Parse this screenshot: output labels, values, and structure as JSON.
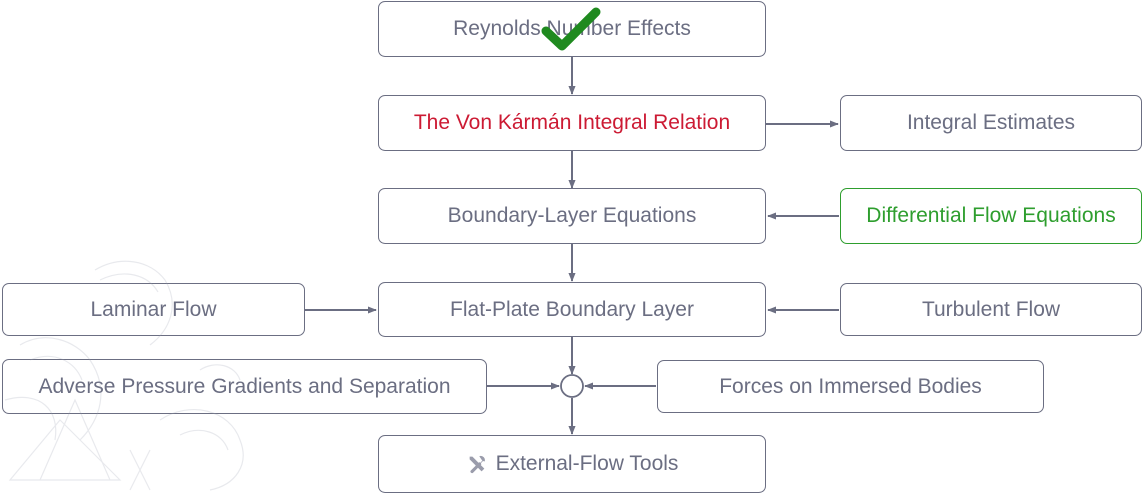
{
  "diagram": {
    "nodes": [
      {
        "id": "reynolds",
        "label": "Reynolds Number Effects",
        "status": "completed"
      },
      {
        "id": "von-karman",
        "label": "The Von Kármán Integral Relation",
        "status": "current"
      },
      {
        "id": "integral-estimates",
        "label": "Integral Estimates",
        "status": "normal"
      },
      {
        "id": "boundary-layer-equations",
        "label": "Boundary-Layer Equations",
        "status": "normal"
      },
      {
        "id": "differential-flow-equations",
        "label": "Differential Flow Equations",
        "status": "highlighted"
      },
      {
        "id": "laminar-flow",
        "label": "Laminar Flow",
        "status": "normal"
      },
      {
        "id": "flat-plate",
        "label": "Flat-Plate Boundary Layer",
        "status": "normal"
      },
      {
        "id": "turbulent-flow",
        "label": "Turbulent Flow",
        "status": "normal"
      },
      {
        "id": "adverse-pressure",
        "label": "Adverse Pressure Gradients and Separation",
        "status": "normal"
      },
      {
        "id": "forces-immersed",
        "label": "Forces on Immersed Bodies",
        "status": "normal"
      },
      {
        "id": "external-flow-tools",
        "label": "External-Flow Tools",
        "status": "normal",
        "icon": "tools-icon"
      }
    ],
    "edges": [
      {
        "from": "reynolds",
        "to": "von-karman"
      },
      {
        "from": "von-karman",
        "to": "integral-estimates"
      },
      {
        "from": "von-karman",
        "to": "boundary-layer-equations"
      },
      {
        "from": "differential-flow-equations",
        "to": "boundary-layer-equations"
      },
      {
        "from": "boundary-layer-equations",
        "to": "flat-plate"
      },
      {
        "from": "laminar-flow",
        "to": "flat-plate"
      },
      {
        "from": "turbulent-flow",
        "to": "flat-plate"
      },
      {
        "from": "flat-plate",
        "to": "junction"
      },
      {
        "from": "adverse-pressure",
        "to": "junction"
      },
      {
        "from": "forces-immersed",
        "to": "junction"
      },
      {
        "from": "junction",
        "to": "external-flow-tools"
      }
    ],
    "completed_marker": "checkmark-icon"
  },
  "colors": {
    "line": "#6b6e82",
    "text": "#6b6e82",
    "current": "#cc1a33",
    "highlight": "#2e9e2e",
    "check": "#1f8a1f"
  }
}
